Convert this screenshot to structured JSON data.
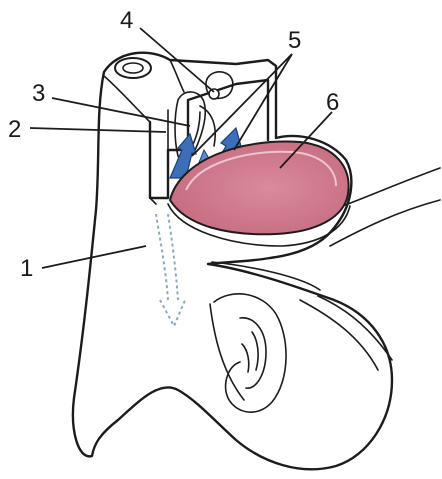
{
  "labels": {
    "l1": "1",
    "l2": "2",
    "l3": "3",
    "l4": "4",
    "l5": "5",
    "l6": "6"
  },
  "colors": {
    "membrane_fill": "#d2788c",
    "membrane_edge": "#e8b6c0",
    "arrow_blue": "#3d6fb8",
    "dotted_arrow": "#8fa8c0",
    "outline": "#1c1c1c"
  }
}
